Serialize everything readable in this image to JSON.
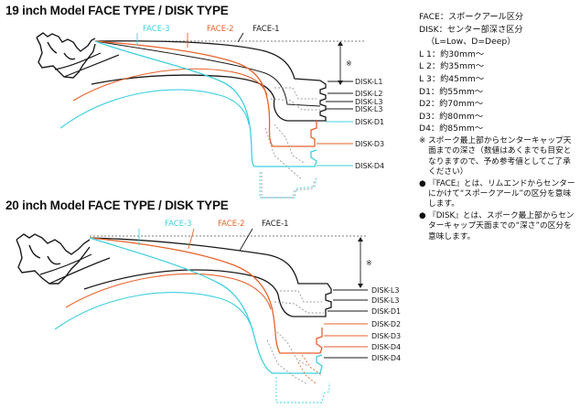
{
  "diagrams": [
    {
      "title": "19 inch Model FACE TYPE / DISK TYPE",
      "face_labels": [
        "FACE-3",
        "FACE-2",
        "FACE-1"
      ],
      "asterisk": "※",
      "disk_labels": [
        "DISK-L1",
        "DISK-L2",
        "DISK-L3",
        "DISK-L3",
        "DISK-D1",
        "DISK-D3",
        "DISK-D4"
      ]
    },
    {
      "title": "20 inch Model FACE TYPE / DISK TYPE",
      "face_labels": [
        "FACE-3",
        "FACE-2",
        "FACE-1"
      ],
      "asterisk": "※",
      "disk_labels": [
        "DISK-L3",
        "DISK-L3",
        "DISK-D1",
        "DISK-D2",
        "DISK-D3",
        "DISK-D4",
        "DISK-D4"
      ]
    }
  ],
  "legend": {
    "face": "FACE：スポークアール区分",
    "disk": "DISK：センター部深さ区分",
    "disk_note": "（L=Low、D=Deep）",
    "items": [
      "L 1：約30mm～",
      "L 2：約35mm～",
      "L 3：約45mm～",
      "D1：約55mm～",
      "D2：約70mm～",
      "D3：約80mm～",
      "D4：約85mm～"
    ]
  },
  "notes": [
    {
      "mark": "※",
      "text": "スポーク最上部からセンターキャップ天面までの深さ（数値はあくまでも目安となりますので、予め参考値としてご了承ください）"
    },
    {
      "mark": "●",
      "text": "『FACE』とは、リムエンドからセンターにかけて“スポークアール”の区分を意味します。"
    },
    {
      "mark": "●",
      "text": "『DISK』とは、スポーク最上部からセンターキャップ天面までの“深さ”の区分を意味します。"
    }
  ],
  "colors": {
    "face1": "#1a1a1a",
    "face2": "#e8622a",
    "face3": "#3fd0e0",
    "dashed": "#9a9a9a"
  }
}
